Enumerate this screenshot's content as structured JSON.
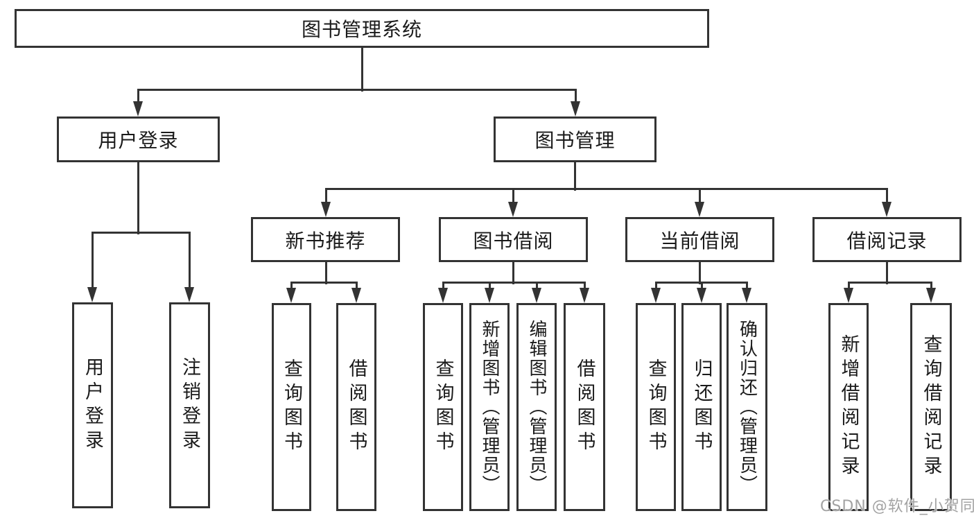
{
  "diagram": {
    "title": "图书管理系统",
    "line_color": "#333333",
    "background_color": "#ffffff",
    "nodes": {
      "root": "图书管理系统",
      "userLogin": {
        "label": "用户登录",
        "children": {
          "login": "用户登录",
          "logout": "注销登录"
        }
      },
      "bookManagement": {
        "label": "图书管理",
        "children": {
          "newBooks": {
            "label": "新书推荐",
            "children": {
              "queryBooks": "查询图书",
              "borrowBooks": "借阅图书"
            }
          },
          "bookBorrow": {
            "label": "图书借阅",
            "children": {
              "queryBooks": "查询图书",
              "addBooks": "新增图书（管理员）",
              "editBooks": "编辑图书（管理员）",
              "borrowBooks": "借阅图书"
            }
          },
          "currentBorrow": {
            "label": "当前借阅",
            "children": {
              "queryBooks": "查询图书",
              "returnBooks": "归还图书",
              "confirmReturn": "确认归还（管理员）"
            }
          },
          "borrowRecords": {
            "label": "借阅记录",
            "children": {
              "addRecord": "新增借阅记录",
              "queryRecord": "查询借阅记录"
            }
          }
        }
      }
    }
  },
  "watermark": {
    "text": "CSDN @软件_小贺同学"
  }
}
